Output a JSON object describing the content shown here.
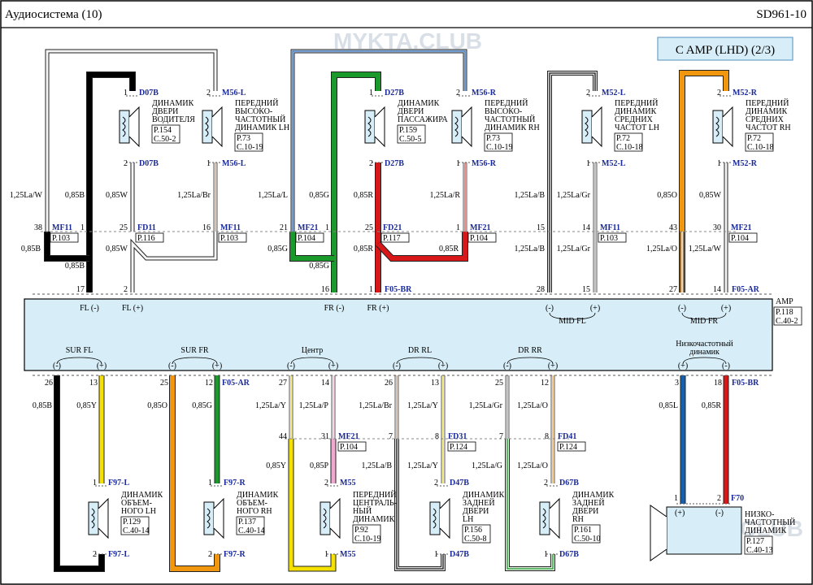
{
  "header": {
    "title": "Аудиосистема (10)",
    "code": "SD961-10"
  },
  "section_box": {
    "label": "C AMP (LHD) (2/3)"
  },
  "watermarks": [
    "MYKTA.CLUB",
    "MYKTA.CLUB"
  ],
  "amp": {
    "name": "AMP",
    "ref1": "P.118",
    "ref2": "C.40-2",
    "top_labels": [
      "FL (-)",
      "FL (+)",
      "FR (-)",
      "FR (+)",
      "(-)",
      "(+)",
      "MID FL",
      "(-)",
      "(+)",
      "MID FR"
    ],
    "bottom_groups": [
      {
        "name": "SUR FL",
        "neg": "(-)",
        "pos": "(+)"
      },
      {
        "name": "SUR FR",
        "neg": "(-)",
        "pos": "(+)"
      },
      {
        "name": "Центр",
        "neg": "(-)",
        "pos": "(+)"
      },
      {
        "name": "DR RL",
        "neg": "(-)",
        "pos": "(+)"
      },
      {
        "name": "DR RR",
        "neg": "(-)",
        "pos": "(+)"
      },
      {
        "name": "Низкочастотный динамик",
        "neg": "(+)",
        "pos": "(-)"
      }
    ],
    "top_pins": [
      "17",
      "2",
      "16",
      "1",
      "28",
      "15",
      "27",
      "14"
    ],
    "top_pin_conn": [
      "F05-BR",
      "F05-AR"
    ],
    "bottom_pins": [
      "26",
      "13",
      "25",
      "12",
      "27",
      "14",
      "26",
      "13",
      "25",
      "12",
      "3",
      "18"
    ],
    "bottom_pin_conn": [
      "F05-AR",
      "F05-BR"
    ]
  },
  "speakers_top": [
    {
      "conn": "D07B",
      "name": "ДИНАМИК ДВЕРИ ВОДИТЕЛЯ",
      "lines": [
        "ДИНАМИК",
        "ДВЕРИ",
        "ВОДИТЕЛЯ"
      ],
      "p": "P.154",
      "c": "C.50-2",
      "pin_top": "1",
      "pin_bot": "2"
    },
    {
      "conn": "M56-L",
      "lines": [
        "ПЕРЕДНИЙ",
        "ВЫСОКО-",
        "ЧАСТОТНЫЙ",
        "ДИНАМИК LH"
      ],
      "p": "P.73",
      "c": "C.10-19",
      "pin_top": "2",
      "pin_bot": "1"
    },
    {
      "conn": "D27B",
      "lines": [
        "ДИНАМИК",
        "ДВЕРИ",
        "ПАССАЖИРА"
      ],
      "p": "P.159",
      "c": "C.50-5",
      "pin_top": "1",
      "pin_bot": "2"
    },
    {
      "conn": "M56-R",
      "lines": [
        "ПЕРЕДНИЙ",
        "ВЫСОКО-",
        "ЧАСТОТНЫЙ",
        "ДИНАМИК RH"
      ],
      "p": "P.73",
      "c": "C.10-19",
      "pin_top": "2",
      "pin_bot": "1"
    },
    {
      "conn": "M52-L",
      "lines": [
        "ПЕРЕДНИЙ",
        "ДИНАМИК",
        "СРЕДНИХ",
        "ЧАСТОТ LH"
      ],
      "p": "P.72",
      "c": "C.10-18",
      "pin_top": "2",
      "pin_bot": "1"
    },
    {
      "conn": "M52-R",
      "lines": [
        "ПЕРЕДНИЙ",
        "ДИНАМИК",
        "СРЕДНИХ",
        "ЧАСТОТ RH"
      ],
      "p": "P.72",
      "c": "C.10-18",
      "pin_top": "2",
      "pin_bot": "1"
    }
  ],
  "junctions_top": [
    {
      "pinL": "38",
      "conn": "MF11",
      "ref": "P.103",
      "pinR": "1"
    },
    {
      "pinL": "25",
      "conn": "FD11",
      "ref": "P.116",
      "pinR": "1"
    },
    {
      "pinL": "16",
      "conn": "MF11",
      "ref": "P.103",
      "pinR": "1"
    },
    {
      "pinL": "21",
      "conn": "MF21",
      "ref": "P.104",
      "pinR": "1"
    },
    {
      "pinL": "25",
      "conn": "FD21",
      "ref": "P.117",
      "pinR": "1"
    },
    {
      "pinL": "1",
      "conn": "MF21",
      "ref": "P.104",
      "pinR": "1"
    },
    {
      "pinL": "15",
      "conn": "",
      "ref": "",
      "pinR": "1"
    },
    {
      "pinL": "14",
      "conn": "MF11",
      "ref": "P.103",
      "pinR": "1"
    },
    {
      "pinL": "43",
      "conn": "",
      "ref": "",
      "pinR": "1"
    },
    {
      "pinL": "30",
      "conn": "MF21",
      "ref": "P.104",
      "pinR": "1"
    }
  ],
  "wire_labels_top": [
    "1,25La/W",
    "0,85B",
    "0,85W",
    "1,25La/Br",
    "0,85B",
    "0,85W",
    "0,85B",
    "1,25La/L",
    "0,85G",
    "0,85R",
    "1,25La/R",
    "0,85G",
    "0,85R",
    "0,85G",
    "0,85R",
    "1,25La/B",
    "1,25La/Gr",
    "1,25La/B",
    "1,25La/Gr",
    "0,85O",
    "0,85W",
    "1,25La/O",
    "1,25La/W"
  ],
  "speakers_bottom": [
    {
      "conn": "F97-L",
      "lines": [
        "ДИНАМИК",
        "ОБЪЕМ-",
        "НОГО LH"
      ],
      "p": "P.129",
      "c": "C.40-14",
      "pin_top": "1",
      "pin_bot": "2"
    },
    {
      "conn": "F97-R",
      "lines": [
        "ДИНАМИК",
        "ОБЪЕМ-",
        "НОГО RH"
      ],
      "p": "P.137",
      "c": "C.40-14",
      "pin_top": "1",
      "pin_bot": "2"
    },
    {
      "conn": "M55",
      "lines": [
        "ПЕРЕДНИЙ",
        "ЦЕНТРАЛЬ-",
        "НЫЙ",
        "ДИНАМИК"
      ],
      "p": "P.92",
      "c": "C.10-19",
      "pin_top": "2",
      "pin_bot": "1"
    },
    {
      "conn": "D47B",
      "lines": [
        "ДИНАМИК",
        "ЗАДНЕЙ",
        "ДВЕРИ",
        "LH"
      ],
      "p": "P.156",
      "c": "C.50-8",
      "pin_top": "2",
      "pin_bot": "1"
    },
    {
      "conn": "D67B",
      "lines": [
        "ДИНАМИК",
        "ЗАДНЕЙ",
        "ДВЕРИ",
        "RH"
      ],
      "p": "P.161",
      "c": "C.50-10",
      "pin_top": "2",
      "pin_bot": "1"
    },
    {
      "conn": "F70",
      "lines": [
        "НИЗКО-",
        "ЧАСТОТНЫЙ",
        "ДИНАМИК"
      ],
      "p": "P.127",
      "c": "C.40-13",
      "pin_top": "1",
      "pin_bot": "2"
    }
  ],
  "junctions_bottom": [
    {
      "pinL": "44",
      "conn": "MF21",
      "ref": "P.104",
      "pinR": "31"
    },
    {
      "pinL": "7",
      "conn": "FD31",
      "ref": "P.124",
      "pinR": "8"
    },
    {
      "pinL": "7",
      "conn": "FD41",
      "ref": "P.124",
      "pinR": "8"
    }
  ],
  "wire_labels_bottom": [
    "0,85B",
    "0,85Y",
    "0,85O",
    "0,85G",
    "1,25La/Y",
    "1,25La/P",
    "1,25La/Br",
    "1,25La/Y",
    "1,25La/Gr",
    "1,25La/O",
    "0,85L",
    "0,85R",
    "0,85Y",
    "0,85P",
    "1,25La/B",
    "1,25La/Y",
    "1,25La/G",
    "1,25La/O"
  ],
  "colors": {
    "black": "#000000",
    "white": "#ffffff",
    "green": "#1a9a2a",
    "red": "#d81818",
    "orange": "#f0960f",
    "yellow": "#f5e100",
    "blue": "#1760b0",
    "pink": "#f0a8d0",
    "brown": "#b08a68",
    "amp_fill": "#d7eef8",
    "conn_blue": "#1a2a9a"
  }
}
